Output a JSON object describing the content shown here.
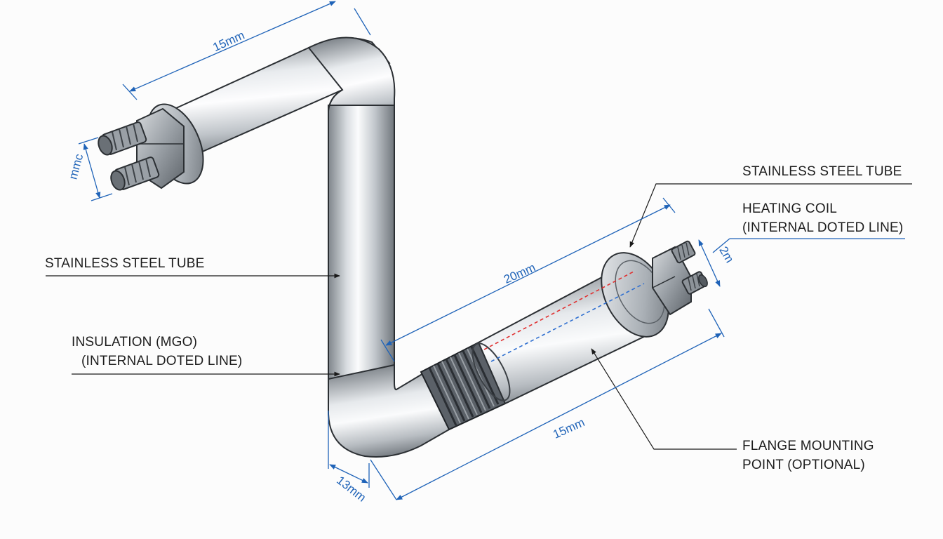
{
  "labels": {
    "tube_right": "STAINLESS STEEL TUBE",
    "tube_left": "STAINLESS STEEL TUBE",
    "heating_coil": [
      "HEATING COIL",
      "(INTERNAL DOTED LINE)"
    ],
    "insulation": [
      "INSULATION (MGO)",
      "(INTERNAL DOTED LINE)"
    ],
    "flange": [
      "FLANGE MOUNTING",
      "POINT (OPTIONAL)"
    ]
  },
  "dimensions": {
    "top_length": "15mm",
    "left_terminal": "mmc",
    "diagonal_length": "20mm",
    "right_terminal": "2m",
    "bottom_length": "15mm",
    "bend_width": "13mm"
  },
  "colors": {
    "dimension": "#1f63b8",
    "coil": "#e03030",
    "insulation": "#2f6fd0",
    "leader": "#1a1a1a",
    "steel_light": "#f2f4f6",
    "steel_dark": "#8b9096"
  }
}
